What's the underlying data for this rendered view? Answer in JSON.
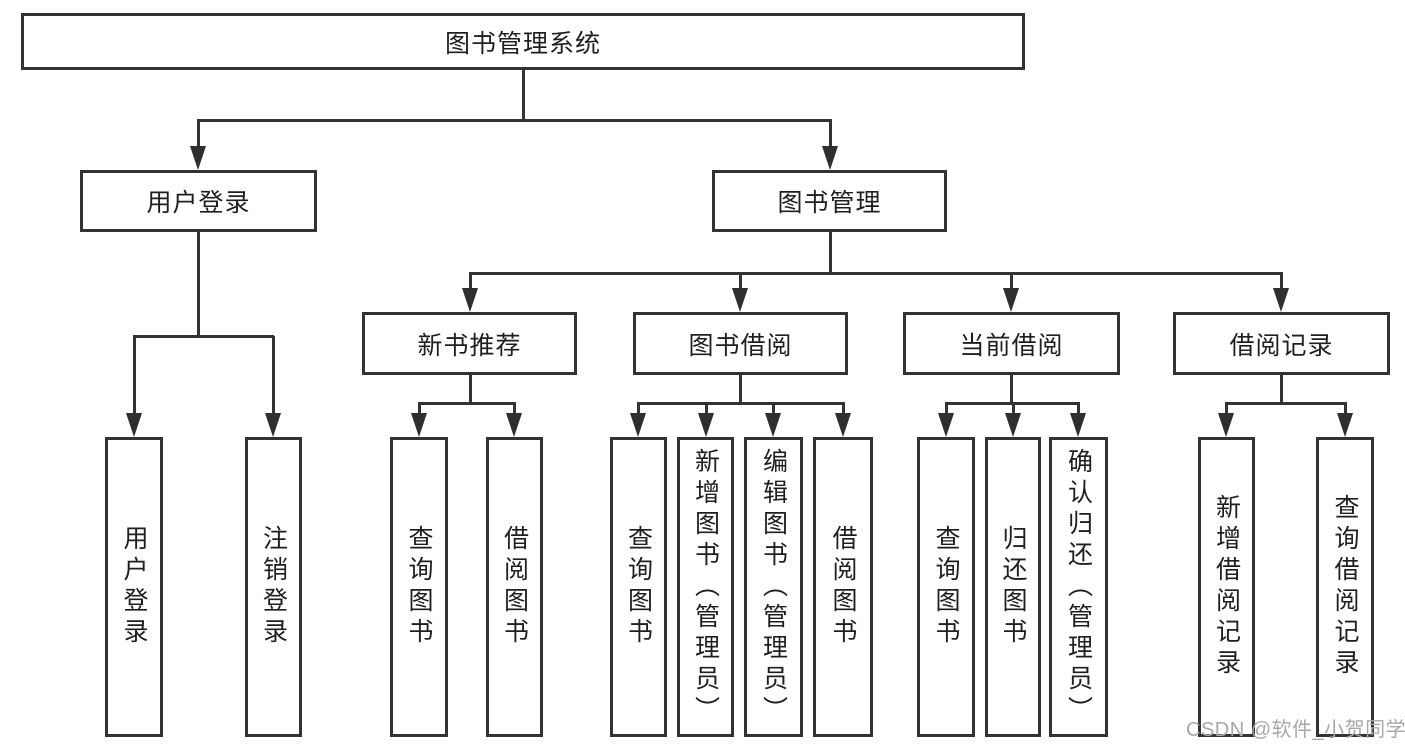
{
  "nodes": {
    "root": {
      "label": "图书管理系统"
    },
    "user_login": {
      "label": "用户登录"
    },
    "book_mgmt": {
      "label": "图书管理"
    },
    "new_book_rec": {
      "label": "新书推荐"
    },
    "book_borrow": {
      "label": "图书借阅"
    },
    "current_borrow": {
      "label": "当前借阅"
    },
    "borrow_records": {
      "label": "借阅记录"
    },
    "leaf_user_login": {
      "label": "用户登录"
    },
    "leaf_logout": {
      "label": "注销登录"
    },
    "leaf_rec_query": {
      "label": "查询图书"
    },
    "leaf_rec_borrow": {
      "label": "借阅图书"
    },
    "leaf_bb_query": {
      "label": "查询图书"
    },
    "leaf_bb_add": {
      "label": "新增图书（管理员）"
    },
    "leaf_bb_edit": {
      "label": "编辑图书（管理员）"
    },
    "leaf_bb_borrow": {
      "label": "借阅图书"
    },
    "leaf_cb_query": {
      "label": "查询图书"
    },
    "leaf_cb_return": {
      "label": "归还图书"
    },
    "leaf_cb_confirm": {
      "label": "确认归还（管理员）"
    },
    "leaf_br_add": {
      "label": "新增借阅记录"
    },
    "leaf_br_query": {
      "label": "查询借阅记录"
    }
  },
  "watermark": {
    "text": "CSDN @软件_小贺同学"
  },
  "colors": {
    "line": "#333333",
    "text": "#1f1f1f",
    "watermark": "#a8a8a8",
    "background": "#ffffff"
  }
}
